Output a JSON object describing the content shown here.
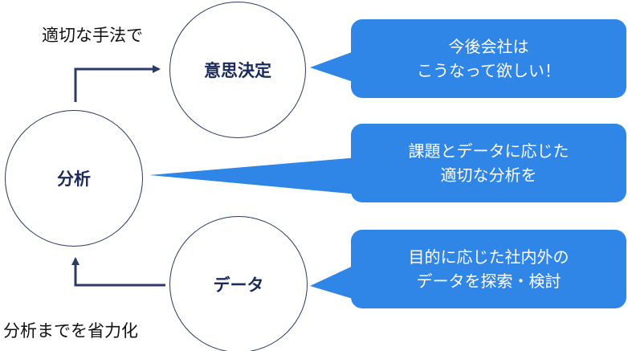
{
  "circles": {
    "decision": "意思決定",
    "analysis": "分析",
    "data": "データ"
  },
  "labels": {
    "top": "適切な手法で",
    "bottom": "分析までを省力化"
  },
  "bubbles": {
    "decision": {
      "line1": "今後会社は",
      "line2": "こうなって欲しい！"
    },
    "analysis": {
      "line1": "課題とデータに応じた",
      "line2": "適切な分析を"
    },
    "data": {
      "line1": "目的に応じた社内外の",
      "line2": "データを探索・検討"
    }
  },
  "colors": {
    "bubble": "#2f86e6",
    "circle_border": "#2b3a67",
    "circle_text": "#1b2a5c",
    "arrow": "#2b3a67"
  }
}
